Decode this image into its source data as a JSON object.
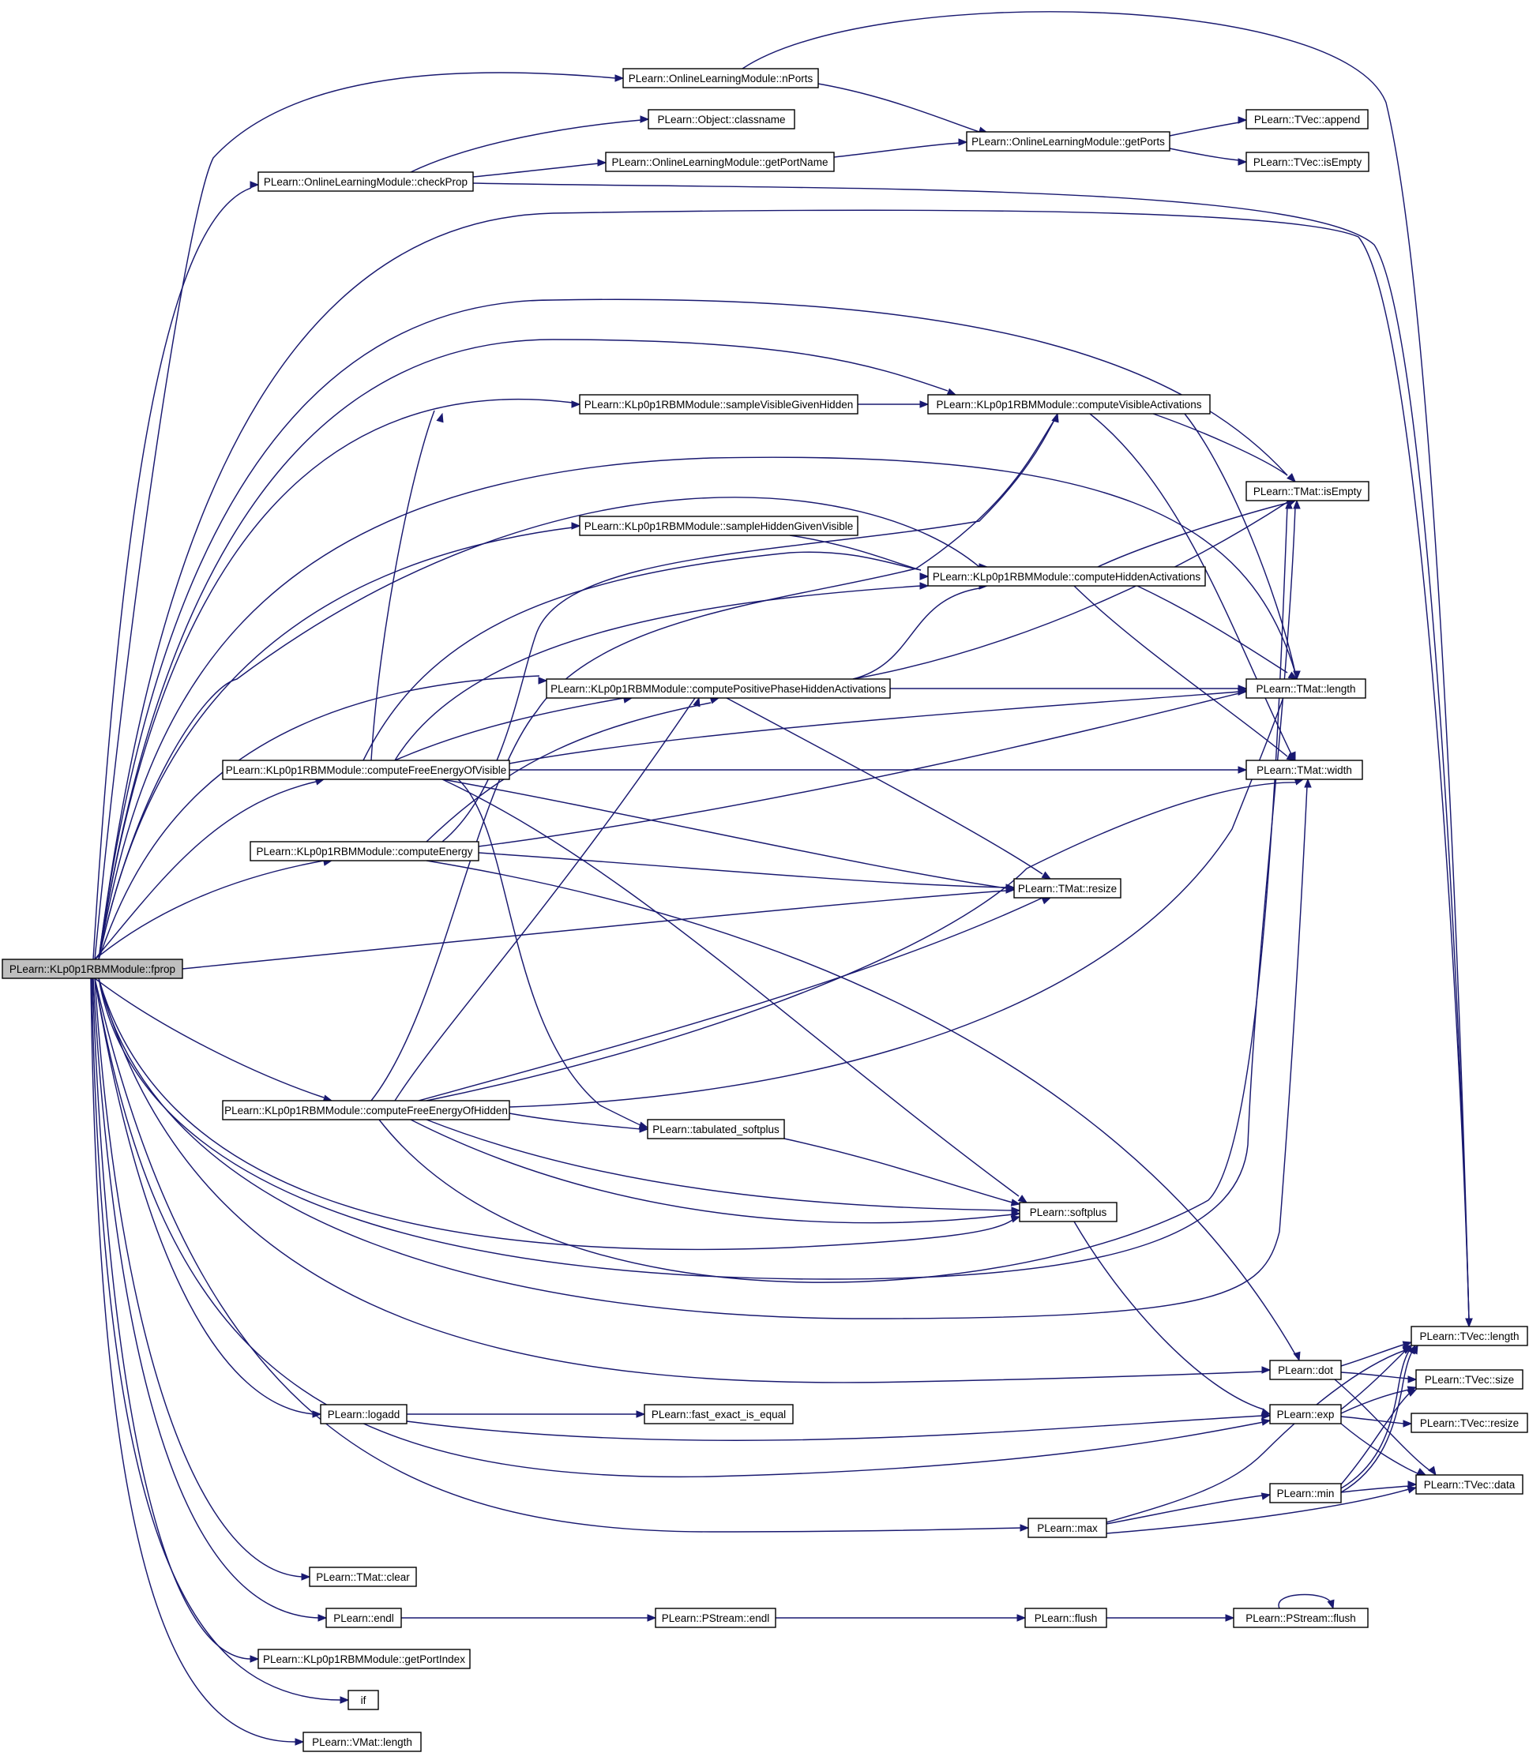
{
  "nodes": {
    "fprop": "PLearn::KLp0p1RBMModule::fprop",
    "nPorts": "PLearn::OnlineLearningModule::nPorts",
    "classname": "PLearn::Object::classname",
    "checkProp": "PLearn::OnlineLearningModule::checkProp",
    "getPortName": "PLearn::OnlineLearningModule::getPortName",
    "getPorts": "PLearn::OnlineLearningModule::getPorts",
    "tvecAppend": "PLearn::TVec::append",
    "tvecIsEmpty": "PLearn::TVec::isEmpty",
    "sampleVisible": "PLearn::KLp0p1RBMModule::sampleVisibleGivenHidden",
    "computeVisibleAct": "PLearn::KLp0p1RBMModule::computeVisibleActivations",
    "tmatIsEmpty": "PLearn::TMat::isEmpty",
    "sampleHidden": "PLearn::KLp0p1RBMModule::sampleHiddenGivenVisible",
    "computeHiddenAct": "PLearn::KLp0p1RBMModule::computeHiddenActivations",
    "computePositive": "PLearn::KLp0p1RBMModule::computePositivePhaseHiddenActivations",
    "tmatLength": "PLearn::TMat::length",
    "freeEnergyVisible": "PLearn::KLp0p1RBMModule::computeFreeEnergyOfVisible",
    "tmatWidth": "PLearn::TMat::width",
    "computeEnergy": "PLearn::KLp0p1RBMModule::computeEnergy",
    "tmatResize": "PLearn::TMat::resize",
    "freeEnergyHidden": "PLearn::KLp0p1RBMModule::computeFreeEnergyOfHidden",
    "tabSoftplus": "PLearn::tabulated_softplus",
    "softplus": "PLearn::softplus",
    "tvecLength": "PLearn::TVec::length",
    "dot": "PLearn::dot",
    "tvecSize": "PLearn::TVec::size",
    "logadd": "PLearn::logadd",
    "fastExact": "PLearn::fast_exact_is_equal",
    "exp": "PLearn::exp",
    "tvecResize": "PLearn::TVec::resize",
    "min": "PLearn::min",
    "tvecData": "PLearn::TVec::data",
    "max": "PLearn::max",
    "tmatClear": "PLearn::TMat::clear",
    "endl": "PLearn::endl",
    "pstreamEndl": "PLearn::PStream::endl",
    "flush": "PLearn::flush",
    "pstreamFlush": "PLearn::PStream::flush",
    "getPortIndex": "PLearn::KLp0p1RBMModule::getPortIndex",
    "if": "if",
    "vmatLength": "PLearn::VMat::length"
  },
  "edge_color": "#191970",
  "root_fill": "#bfbfbf"
}
